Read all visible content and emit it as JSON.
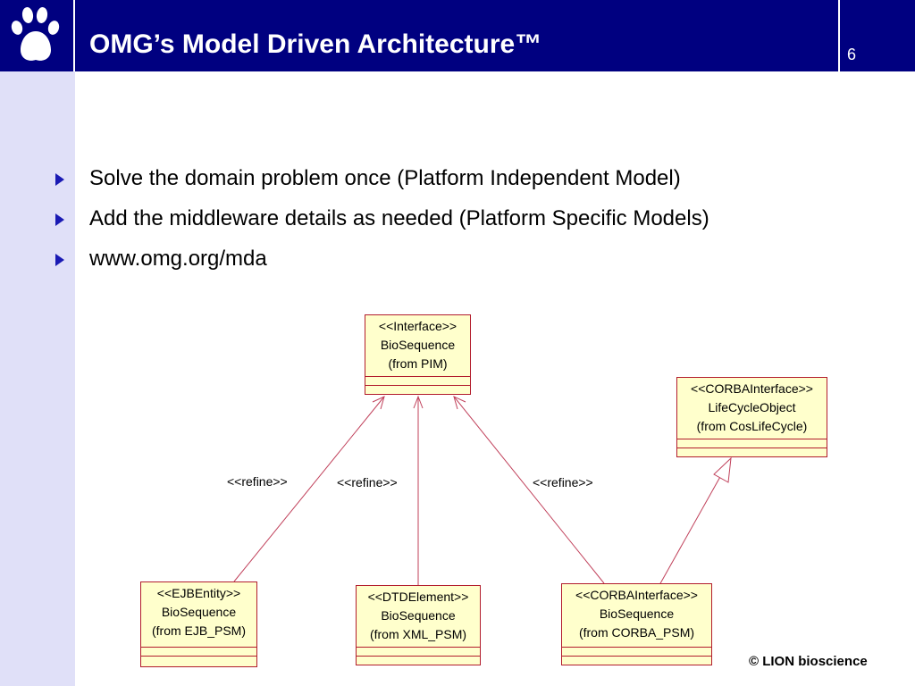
{
  "header": {
    "title": "OMG’s Model Driven Architecture™",
    "page_number": "6",
    "logo_icon": "paw-print-icon"
  },
  "bullets": [
    "Solve the domain problem once (Platform Independent Model)",
    "Add the middleware details as needed (Platform Specific Models)",
    "www.omg.org/mda"
  ],
  "diagram": {
    "boxes": {
      "pim": [
        "<<Interface>>",
        "BioSequence",
        "(from PIM)"
      ],
      "lifecycle": [
        "<<CORBAInterface>>",
        "LifeCycleObject",
        "(from CosLifeCycle)"
      ],
      "ejb": [
        "<<EJBEntity>>",
        "BioSequence",
        "(from EJB_PSM)"
      ],
      "xml": [
        "<<DTDElement>>",
        "BioSequence",
        "(from XML_PSM)"
      ],
      "corba": [
        "<<CORBAInterface>>",
        "BioSequence",
        "(from CORBA_PSM)"
      ]
    },
    "refine_label": "<<refine>>"
  },
  "footer": {
    "copyright": "© LION bioscience"
  },
  "colors": {
    "header_bg": "#000080",
    "sidebar_bg": "#e0e0f8",
    "box_fill": "#ffffcc",
    "box_border": "#b21c2c",
    "bullet": "#1a1ab4"
  }
}
